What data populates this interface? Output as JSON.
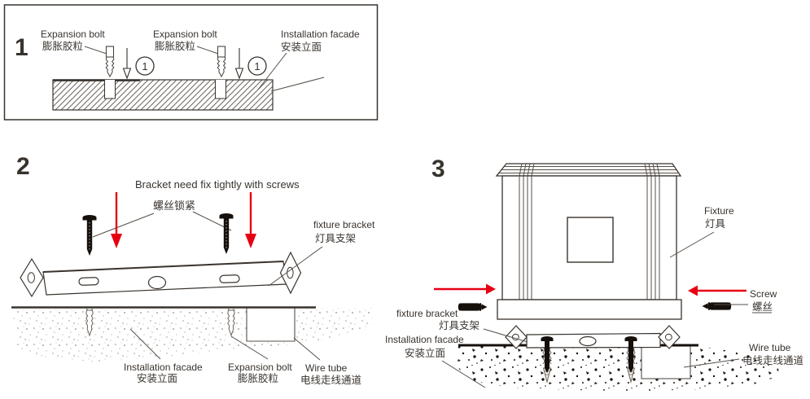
{
  "colors": {
    "line": "#39332e",
    "accent_red": "#e60012",
    "background": "#ffffff"
  },
  "step1": {
    "number": "1",
    "sequence_badge": "1",
    "expansion_bolt_en": "Expansion bolt",
    "expansion_bolt_zh": "膨胀胶粒",
    "installation_facade_en": "Installation facade",
    "installation_facade_zh": "安装立面"
  },
  "step2": {
    "number": "2",
    "screw_note_en": "Bracket need fix tightly with screws",
    "screw_note_zh": "螺丝锁紧",
    "fixture_bracket_en": "fixture bracket",
    "fixture_bracket_zh": "灯具支架",
    "installation_facade_en": "Installation facade",
    "installation_facade_zh": "安装立面",
    "expansion_bolt_en": "Expansion bolt",
    "expansion_bolt_zh": "膨胀胶粒",
    "wire_tube_en": "Wire tube",
    "wire_tube_zh": "电线走线通道"
  },
  "step3": {
    "number": "3",
    "fixture_en": "Fixture",
    "fixture_zh": "灯具",
    "screw_en": "Screw",
    "screw_zh": "螺丝",
    "fixture_bracket_en": "fixture bracket",
    "fixture_bracket_zh": "灯具支架",
    "installation_facade_en": "Installation facade",
    "installation_facade_zh": "安装立面",
    "wire_tube_en": "Wire tube",
    "wire_tube_zh": "电线走线通道"
  }
}
